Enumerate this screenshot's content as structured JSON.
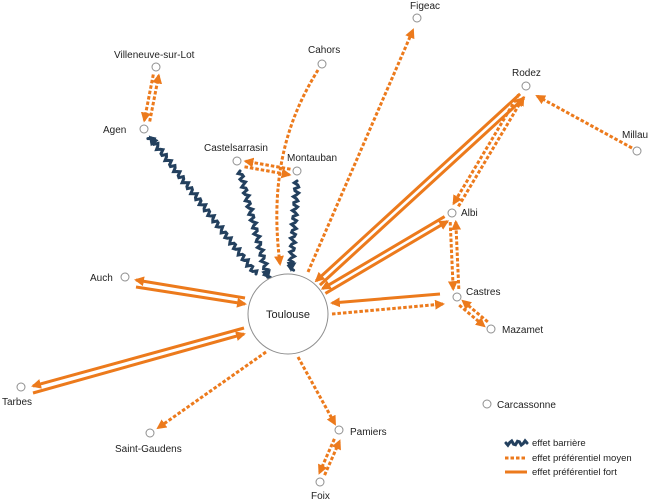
{
  "diagram": {
    "colors": {
      "orange": "#ec7a1c",
      "navy": "#23405e",
      "node_stroke": "#8f8f8f",
      "text": "#222222"
    },
    "center": {
      "id": "toulouse",
      "label": "Toulouse"
    },
    "cities": [
      {
        "id": "figeac",
        "label": "Figeac"
      },
      {
        "id": "cahors",
        "label": "Cahors"
      },
      {
        "id": "villeneuve",
        "label": "Villeneuve-sur-Lot"
      },
      {
        "id": "rodez",
        "label": "Rodez"
      },
      {
        "id": "agen",
        "label": "Agen"
      },
      {
        "id": "millau",
        "label": "Millau"
      },
      {
        "id": "castelsarrasin",
        "label": "Castelsarrasin"
      },
      {
        "id": "montauban",
        "label": "Montauban"
      },
      {
        "id": "albi",
        "label": "Albi"
      },
      {
        "id": "auch",
        "label": "Auch"
      },
      {
        "id": "castres",
        "label": "Castres"
      },
      {
        "id": "mazamet",
        "label": "Mazamet"
      },
      {
        "id": "tarbes",
        "label": "Tarbes"
      },
      {
        "id": "carcassonne",
        "label": "Carcassonne"
      },
      {
        "id": "pamiers",
        "label": "Pamiers"
      },
      {
        "id": "saint-gaudens",
        "label": "Saint-Gaudens"
      },
      {
        "id": "foix",
        "label": "Foix"
      }
    ],
    "legend": [
      {
        "type": "barrier",
        "label": "effet barrière"
      },
      {
        "type": "medium",
        "label": "effet préférentiel moyen"
      },
      {
        "type": "strong",
        "label": "effet préférentiel fort"
      }
    ]
  }
}
